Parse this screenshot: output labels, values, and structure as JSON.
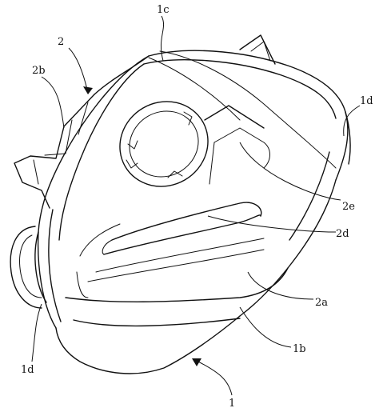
{
  "labels": {
    "ref_1c": "1c",
    "ref_2": "2",
    "ref_2b": "2b",
    "ref_1d_right": "1d",
    "ref_2e": "2e",
    "ref_2d": "2d",
    "ref_2a": "2a",
    "ref_1b": "1b",
    "ref_1d_left": "1d",
    "ref_1": "1"
  }
}
